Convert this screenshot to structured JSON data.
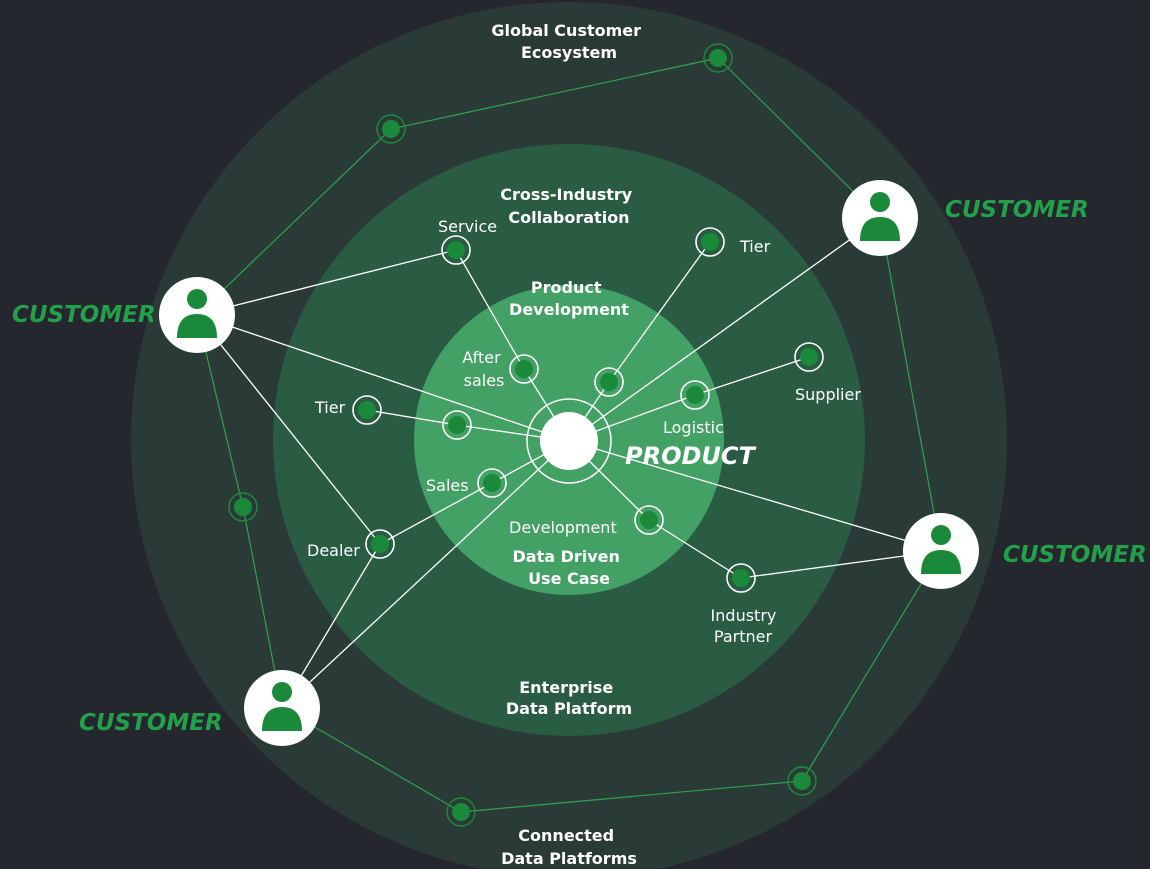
{
  "colors": {
    "background": "#25272f",
    "ring_outer": "#2a3a36",
    "ring_enterprise": "#2a5c44",
    "ring_inner": "#44a166",
    "node_dot": "#1a8a3a",
    "customer_text": "#23a04a",
    "thin_line": "#2fa24f"
  },
  "rings": {
    "outer": [
      "Global Customer",
      "Ecosystem"
    ],
    "enterprise": [
      "Cross-Industry",
      "Collaboration"
    ],
    "inner": [
      "Product",
      "Development"
    ],
    "inner_bottom": [
      "Data Driven",
      "Use Case"
    ],
    "enterprise_bottom": [
      "Enterprise",
      "Data Platform"
    ],
    "outer_bottom": [
      "Connected",
      "Data Platforms"
    ]
  },
  "center": {
    "label": "PRODUCT"
  },
  "nodes": {
    "service": [
      "Service"
    ],
    "tier_top": [
      "Tier"
    ],
    "after_sales": [
      "After",
      "sales"
    ],
    "tier_left": [
      "Tier"
    ],
    "logistic": [
      "Logistic"
    ],
    "supplier": [
      "Supplier"
    ],
    "sales": [
      "Sales"
    ],
    "development": [
      "Development"
    ],
    "dealer": [
      "Dealer"
    ],
    "industry_partner": [
      "Industry",
      "Partner"
    ]
  },
  "customers": {
    "left": "CUSTOMER",
    "top_right": "CUSTOMER",
    "right": "CUSTOMER",
    "bottom_left": "CUSTOMER"
  },
  "icons": {
    "customer": "person-icon",
    "node": "green-dot-node-icon"
  }
}
